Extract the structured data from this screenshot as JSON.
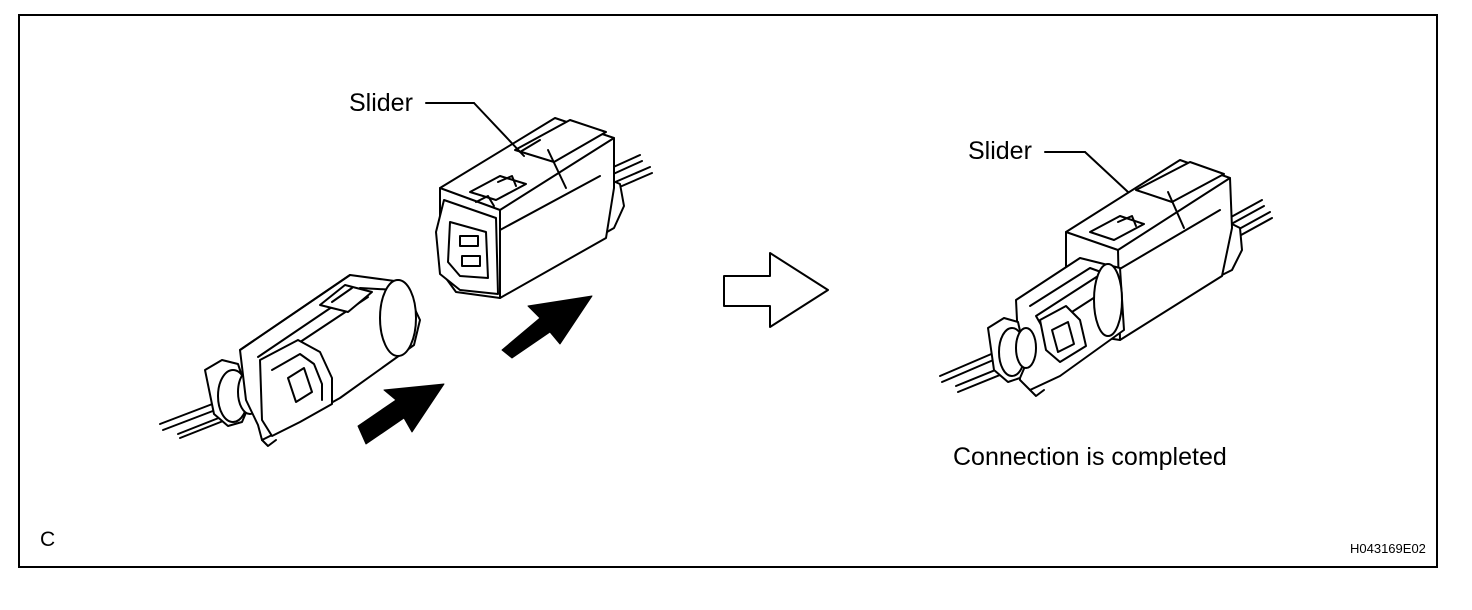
{
  "labels": {
    "slider_left": "Slider",
    "slider_right": "Slider",
    "caption": "Connection is completed",
    "panel_letter": "C",
    "figure_code": "H043169E02"
  },
  "icons": {
    "push_arrow": "solid-black-arrow",
    "result_arrow": "outline-arrow",
    "connector_female": "connector-housing",
    "connector_male": "connector-plug"
  }
}
